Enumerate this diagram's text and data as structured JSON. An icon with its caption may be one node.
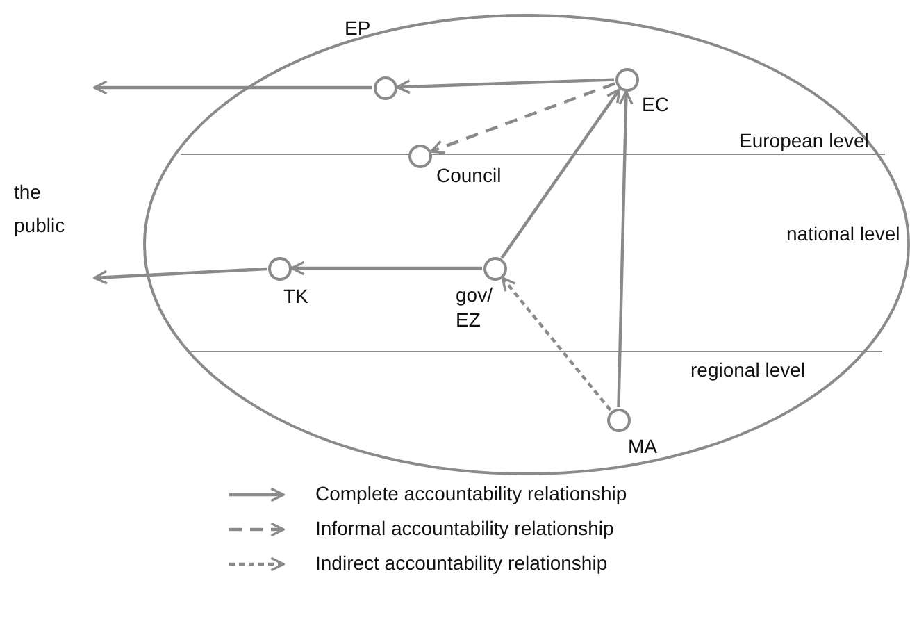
{
  "diagram": {
    "nodes": [
      {
        "text": [],
        "shape": "circle",
        "beside": [
          "EP"
        ]
      },
      {
        "text": [],
        "shape": "circle",
        "beside": [
          "EC"
        ]
      },
      {
        "text": [],
        "shape": "circle",
        "beside": [
          "Council"
        ]
      },
      {
        "text": [],
        "shape": "circle",
        "beside": [
          "TK"
        ]
      },
      {
        "text": [],
        "shape": "circle",
        "beside": [
          "gov/ EZ"
        ]
      },
      {
        "text": [],
        "shape": "circle",
        "beside": [
          "MA"
        ]
      }
    ],
    "edges": [
      {
        "from": 1,
        "to": 0,
        "arrow": "to"
      },
      {
        "from": 0,
        "to": null,
        "arrow": "to"
      },
      {
        "from": 1,
        "to": 2,
        "arrow": "to",
        "style": "dashed"
      },
      {
        "from": 4,
        "to": 1,
        "arrow": "to"
      },
      {
        "from": 5,
        "to": 1,
        "arrow": "to"
      },
      {
        "from": 4,
        "to": 3,
        "arrow": "to"
      },
      {
        "from": 3,
        "to": null,
        "arrow": "to"
      },
      {
        "from": 5,
        "to": 4,
        "arrow": "to",
        "style": "dashed"
      }
    ],
    "labels": [
      "the public",
      "European level",
      "national level",
      "regional level"
    ],
    "legend": [
      {
        "text": "Complete accountability relationship"
      },
      {
        "text": "Informal accountability relationship"
      },
      {
        "text": "Indirect accountability relationship"
      }
    ]
  }
}
